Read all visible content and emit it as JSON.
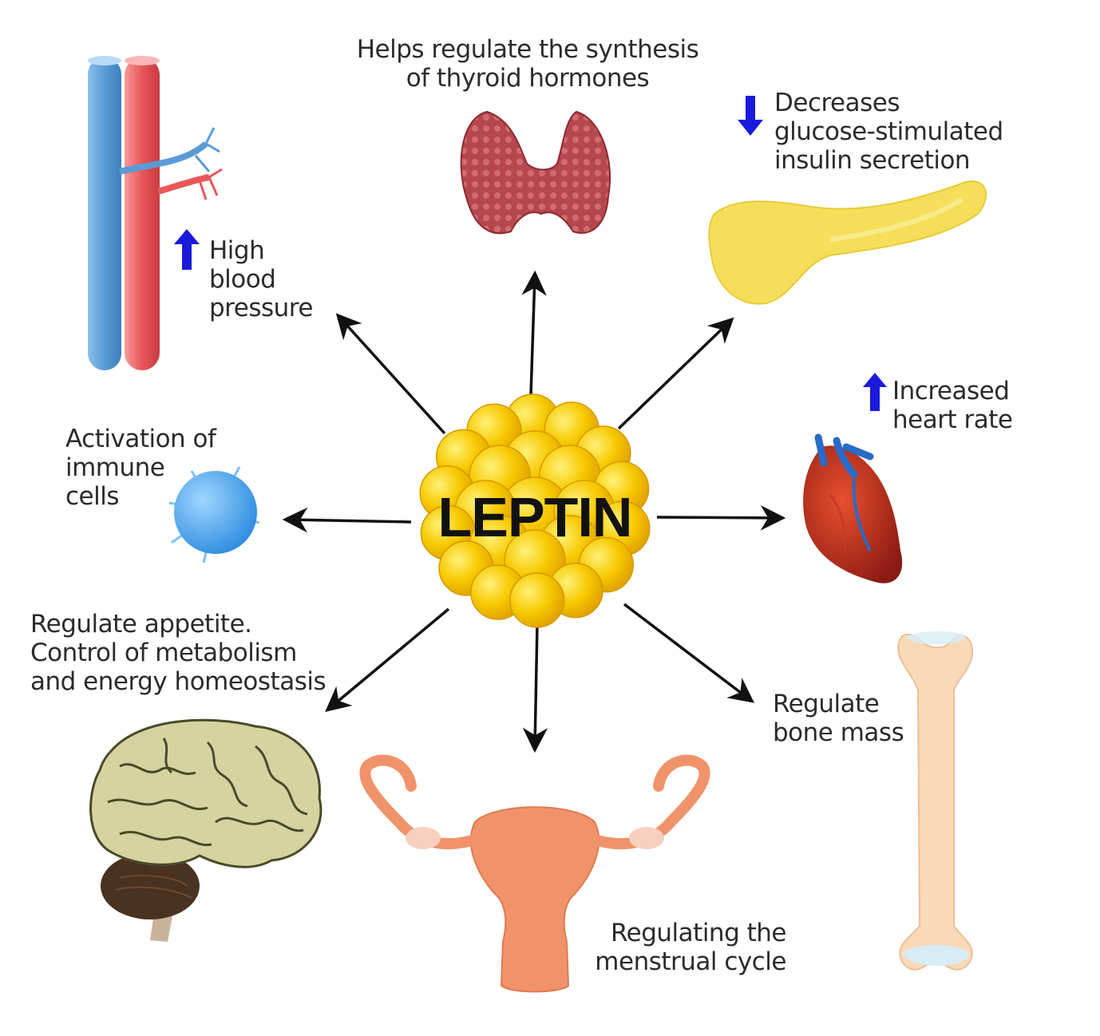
{
  "center": {
    "label": "LEPTIN"
  },
  "effects": {
    "thyroid": {
      "lines": [
        "Helps regulate the synthesis",
        "of thyroid hormones"
      ]
    },
    "insulin": {
      "lines": [
        "Decreases",
        "glucose-stimulated",
        "insulin secretion"
      ],
      "indicator": "down-arrow"
    },
    "blood_pressure": {
      "lines": [
        "High",
        "blood",
        "pressure"
      ],
      "indicator": "up-arrow"
    },
    "heart_rate": {
      "lines": [
        "Increased",
        "heart rate"
      ],
      "indicator": "up-arrow"
    },
    "immune": {
      "lines": [
        "Activation of",
        "immune",
        "cells"
      ]
    },
    "appetite": {
      "lines": [
        "Regulate appetite.",
        "Control of metabolism",
        "and energy homeostasis"
      ]
    },
    "bone": {
      "lines": [
        "Regulate",
        "bone mass"
      ]
    },
    "menstrual": {
      "lines": [
        "Regulating the",
        "menstrual cycle"
      ]
    }
  },
  "icons": [
    "blood-vessels-icon",
    "thyroid-icon",
    "pancreas-icon",
    "immune-cell-icon",
    "heart-icon",
    "brain-icon",
    "uterus-icon",
    "bone-icon",
    "fat-cells-icon"
  ],
  "colors": {
    "indicator_arrow": "#1a1adb",
    "connector": "#111111",
    "fat_cell": "#f5c400",
    "vein": "#5b9bd5",
    "artery": "#e8575a"
  }
}
